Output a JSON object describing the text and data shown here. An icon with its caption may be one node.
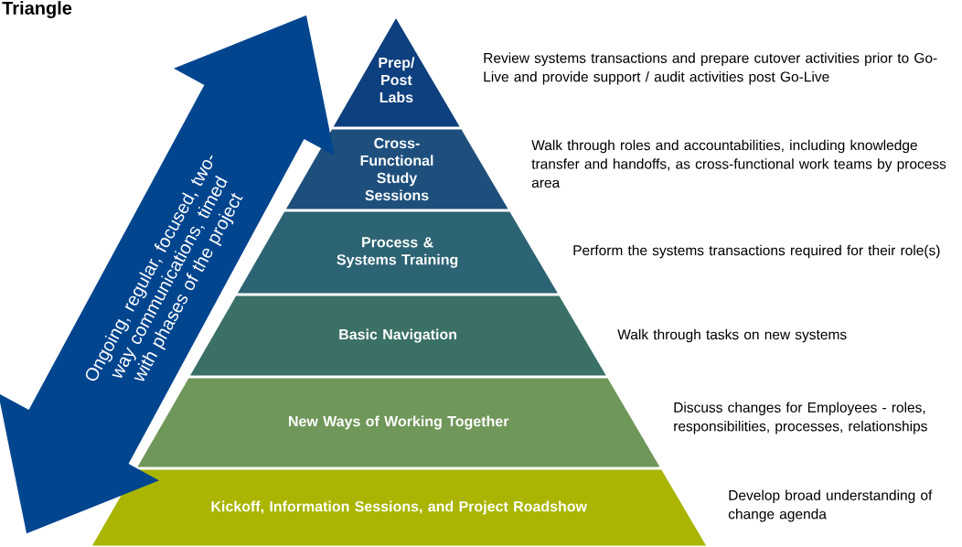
{
  "diagram": {
    "title": "Triangle",
    "nodes": [
      {
        "text": [
          "Ongoing, regular, focused, two-way communications, timed with phases of the project"
        ]
      },
      {
        "text": [
          "Prep/ Post Labs"
        ],
        "beside": [
          "Review systems transactions and prepare cutover activities prior to Go-Live and provide support / audit activities post Go-Live"
        ]
      },
      {
        "text": [
          "Cross-Functional Study Sessions"
        ],
        "beside": [
          "Walk through roles and accountabilities, including knowledge transfer and handoffs, as cross-functional work teams by process area"
        ]
      },
      {
        "text": [
          "Process & Systems Training"
        ],
        "beside": [
          "Perform the systems transactions required for their role(s)"
        ]
      },
      {
        "text": [
          "Basic Navigation"
        ],
        "beside": [
          "Walk through tasks on new systems"
        ]
      },
      {
        "text": [
          "New Ways of Working Together"
        ],
        "beside": [
          "Discuss changes for Employees - roles, responsibilities, processes, relationships"
        ]
      },
      {
        "text": [
          "Kickoff, Information Sessions, and Project Roadshow"
        ],
        "beside": [
          "Develop broad understanding of change agenda"
        ]
      }
    ]
  }
}
